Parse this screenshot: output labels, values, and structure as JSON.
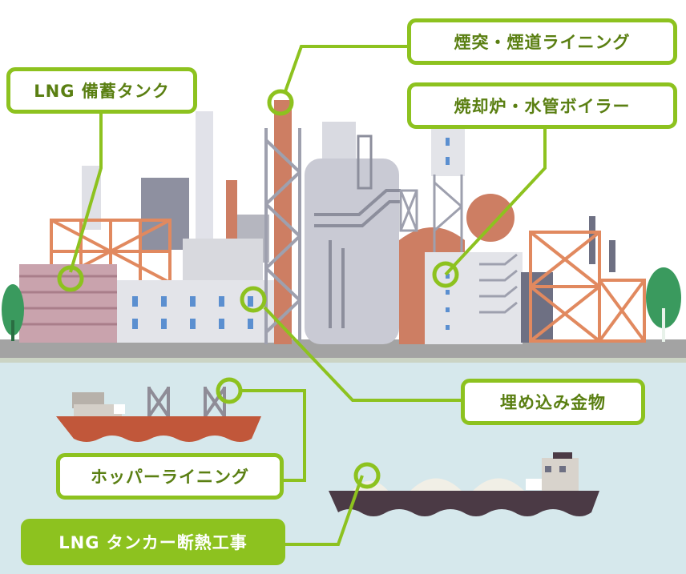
{
  "colors": {
    "accent": "#8dc21f",
    "accent_text": "#5a7f12",
    "water": "#d6e8ec",
    "ground": "#a3a3a3",
    "brick": "#cd7e63",
    "steel": "#c3c4cc",
    "tree": "#3a9a5e"
  },
  "labels": [
    {
      "id": "lng-storage-tank",
      "text": "LNG 備蓄タンク",
      "filled": false
    },
    {
      "id": "chimney-flue-lining",
      "text": "煙突・煙道ライニング",
      "filled": false
    },
    {
      "id": "incinerator-boiler",
      "text": "焼却炉・水管ボイラー",
      "filled": false
    },
    {
      "id": "embedded-hardware",
      "text": "埋め込み金物",
      "filled": false
    },
    {
      "id": "hopper-lining",
      "text": "ホッパーライニング",
      "filled": false
    },
    {
      "id": "lng-tanker-insulation",
      "text": "LNG タンカー断熱工事",
      "filled": true
    }
  ]
}
